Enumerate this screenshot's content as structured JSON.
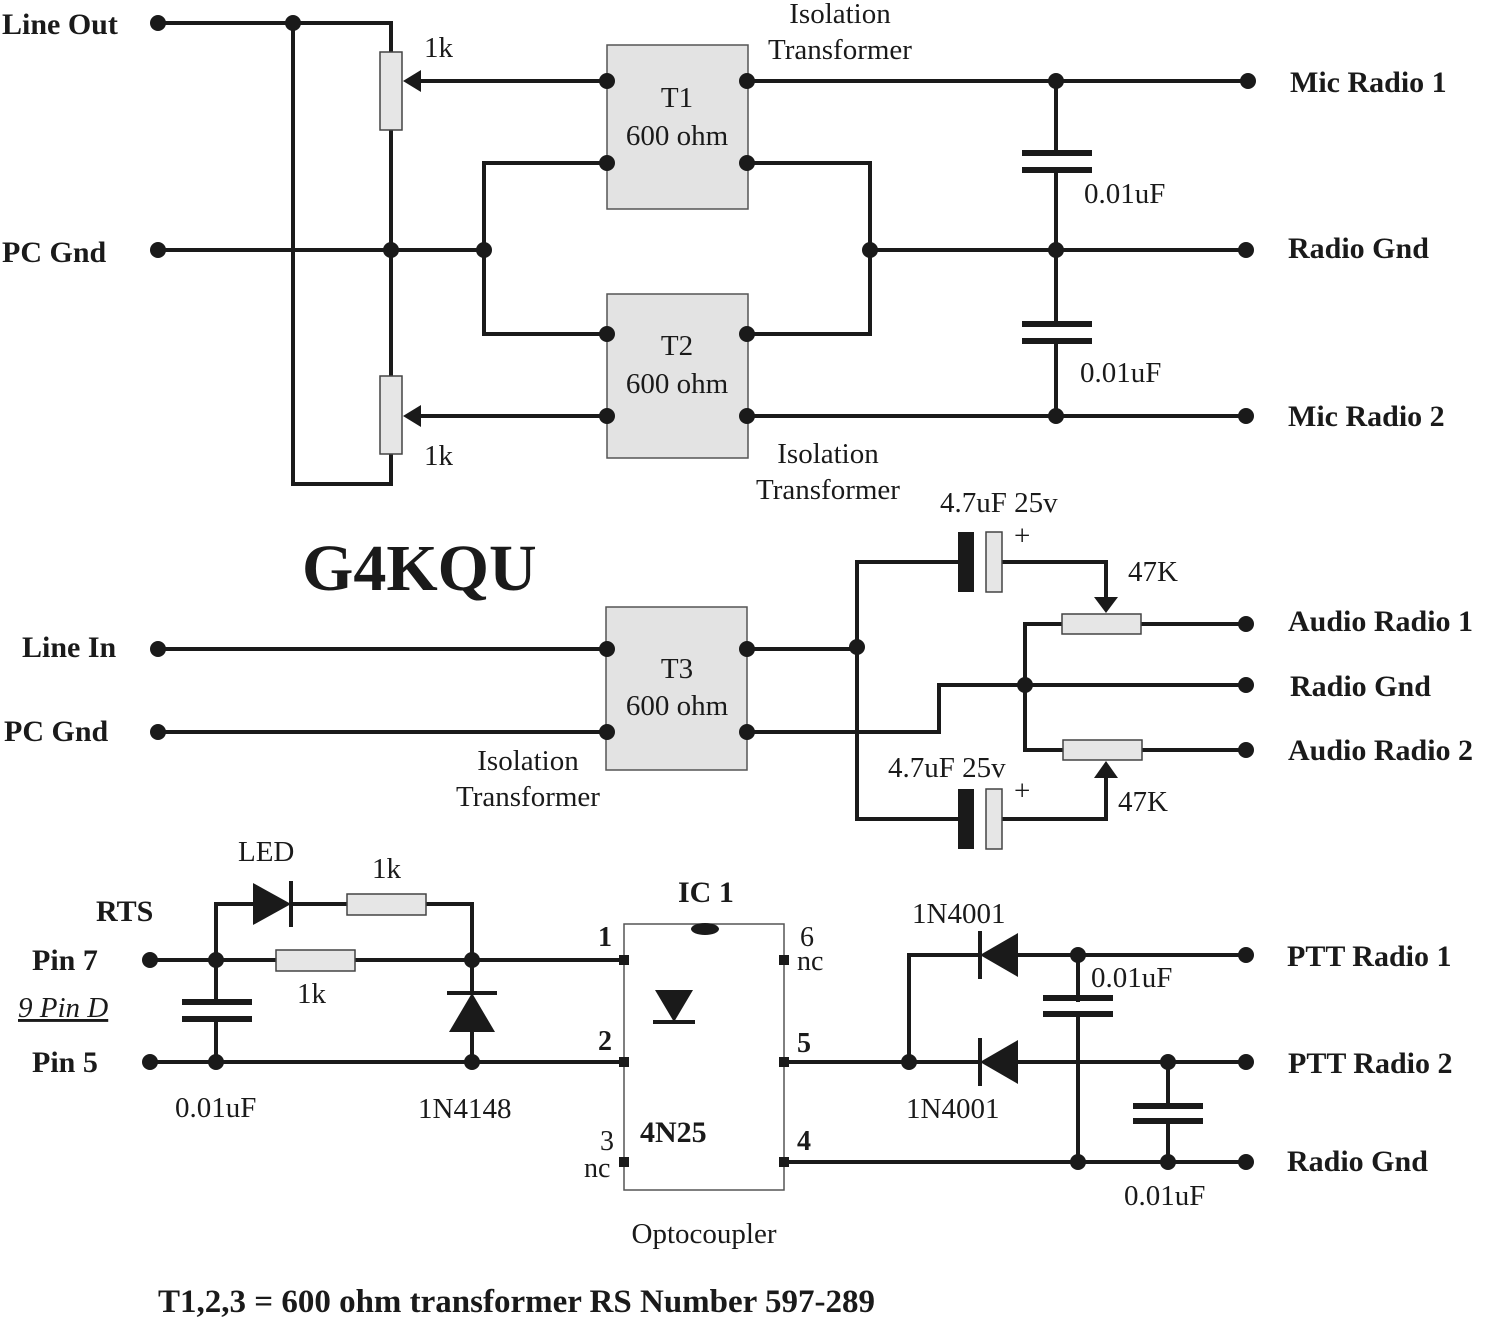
{
  "title": "G4KQU",
  "footnote": "T1,2,3 = 600 ohm transformer RS Number 597-289",
  "section1": {
    "left": {
      "line_out": "Line Out",
      "pc_gnd": "PC Gnd"
    },
    "right": {
      "mic1": "Mic Radio 1",
      "radio_gnd": "Radio Gnd",
      "mic2": "Mic Radio 2"
    },
    "pot1": "1k",
    "pot2": "1k",
    "t1": {
      "name": "T1",
      "value": "600 ohm",
      "caption_line1": "Isolation",
      "caption_line2": "Transformer"
    },
    "t2": {
      "name": "T2",
      "value": "600 ohm",
      "caption_line1": "Isolation",
      "caption_line2": "Transformer"
    },
    "cap1": "0.01uF",
    "cap2": "0.01uF"
  },
  "section2": {
    "left": {
      "line_in": "Line In",
      "pc_gnd": "PC Gnd"
    },
    "t3": {
      "name": "T3",
      "value": "600 ohm",
      "caption_line1": "Isolation",
      "caption_line2": "Transformer"
    },
    "ecap1": "4.7uF 25v",
    "ecap2": "4.7uF 25v",
    "plus": "+",
    "pot1": "47K",
    "pot2": "47K",
    "right": {
      "audio1": "Audio Radio 1",
      "radio_gnd": "Radio Gnd",
      "audio2": "Audio Radio 2"
    }
  },
  "section3": {
    "rts": "RTS",
    "pin7": "Pin 7",
    "connector": "9 Pin D",
    "pin5": "Pin 5",
    "led": "LED",
    "r1": "1k",
    "r2": "1k",
    "cap": "0.01uF",
    "diode": "1N4148",
    "ic_name": "IC 1",
    "ic_part": "4N25",
    "ic_caption": "Optocoupler",
    "pins": {
      "p1": "1",
      "p2": "2",
      "p3": "3",
      "p4": "4",
      "p5": "5",
      "p6": "6",
      "nc": "nc"
    },
    "d1": "1N4001",
    "d2": "1N4001",
    "cap_ptt1": "0.01uF",
    "cap_ptt2": "0.01uF",
    "right": {
      "ptt1": "PTT Radio 1",
      "ptt2": "PTT Radio 2",
      "radio_gnd": "Radio Gnd"
    }
  }
}
